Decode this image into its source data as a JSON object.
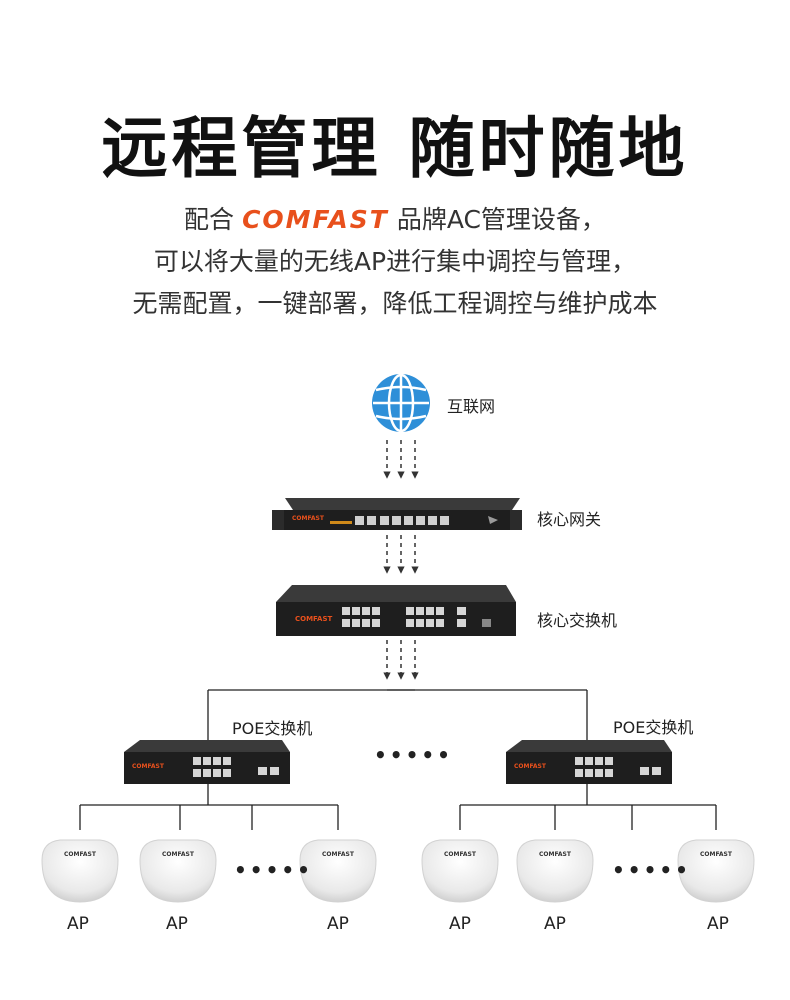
{
  "header": {
    "title": "远程管理  随时随地",
    "line1_prefix": "配合",
    "brand": "COMFAST",
    "line1_suffix": "品牌AC管理设备，",
    "line2": "可以将大量的无线AP进行集中调控与管理，",
    "line3": "无需配置，一键部署，降低工程调控与维护成本"
  },
  "diagram": {
    "internet_label": "互联网",
    "gateway_label": "核心网关",
    "core_switch_label": "核心交换机",
    "poe_left_label": "POE交换机",
    "poe_right_label": "POE交换机",
    "ellipsis_middle": "•••••",
    "ellipsis_left_aps": "•••••",
    "ellipsis_right_aps": "•••••",
    "device_brand": "COMFAST",
    "ap_labels": [
      "AP",
      "AP",
      "AP",
      "AP",
      "AP",
      "AP"
    ],
    "colors": {
      "globe": "#2e8fd8",
      "brand": "#e8501c",
      "device": "#1e1e1e"
    }
  }
}
